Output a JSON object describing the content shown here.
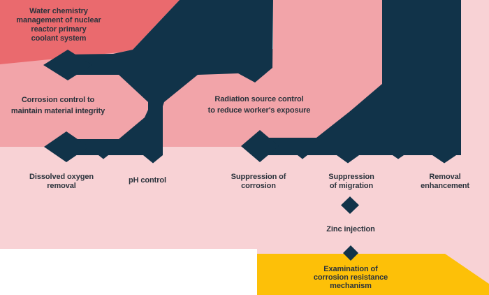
{
  "colors": {
    "navy": "#113349",
    "red": "#EA6A6E",
    "pink_medium": "#F2A4A9",
    "pink_light": "#F8D2D5",
    "yellow": "#FDC008",
    "white": "#FFFFFF",
    "text": "#2B333C"
  },
  "nodes": {
    "water_chemistry": {
      "text": "Water chemistry\nmanagement of nuclear\nreactor primary\ncoolant system"
    },
    "corrosion_control": {
      "text": "Corrosion control to\nmaintain material integrity"
    },
    "radiation_source": {
      "text": "Radiation source control\nto reduce worker's exposure"
    },
    "dissolved_oxygen": {
      "text": "Dissolved oxygen\nremoval"
    },
    "ph_control": {
      "text": "pH control"
    },
    "suppression_corrosion": {
      "text": "Suppression of\ncorrosion"
    },
    "suppression_migration": {
      "text": "Suppression\nof migration"
    },
    "removal_enhancement": {
      "text": "Removal\nenhancement"
    },
    "zinc_injection": {
      "text": "Zinc injection"
    },
    "examination": {
      "text": "Examination of\ncorrosion resistance\nmechanism"
    }
  }
}
